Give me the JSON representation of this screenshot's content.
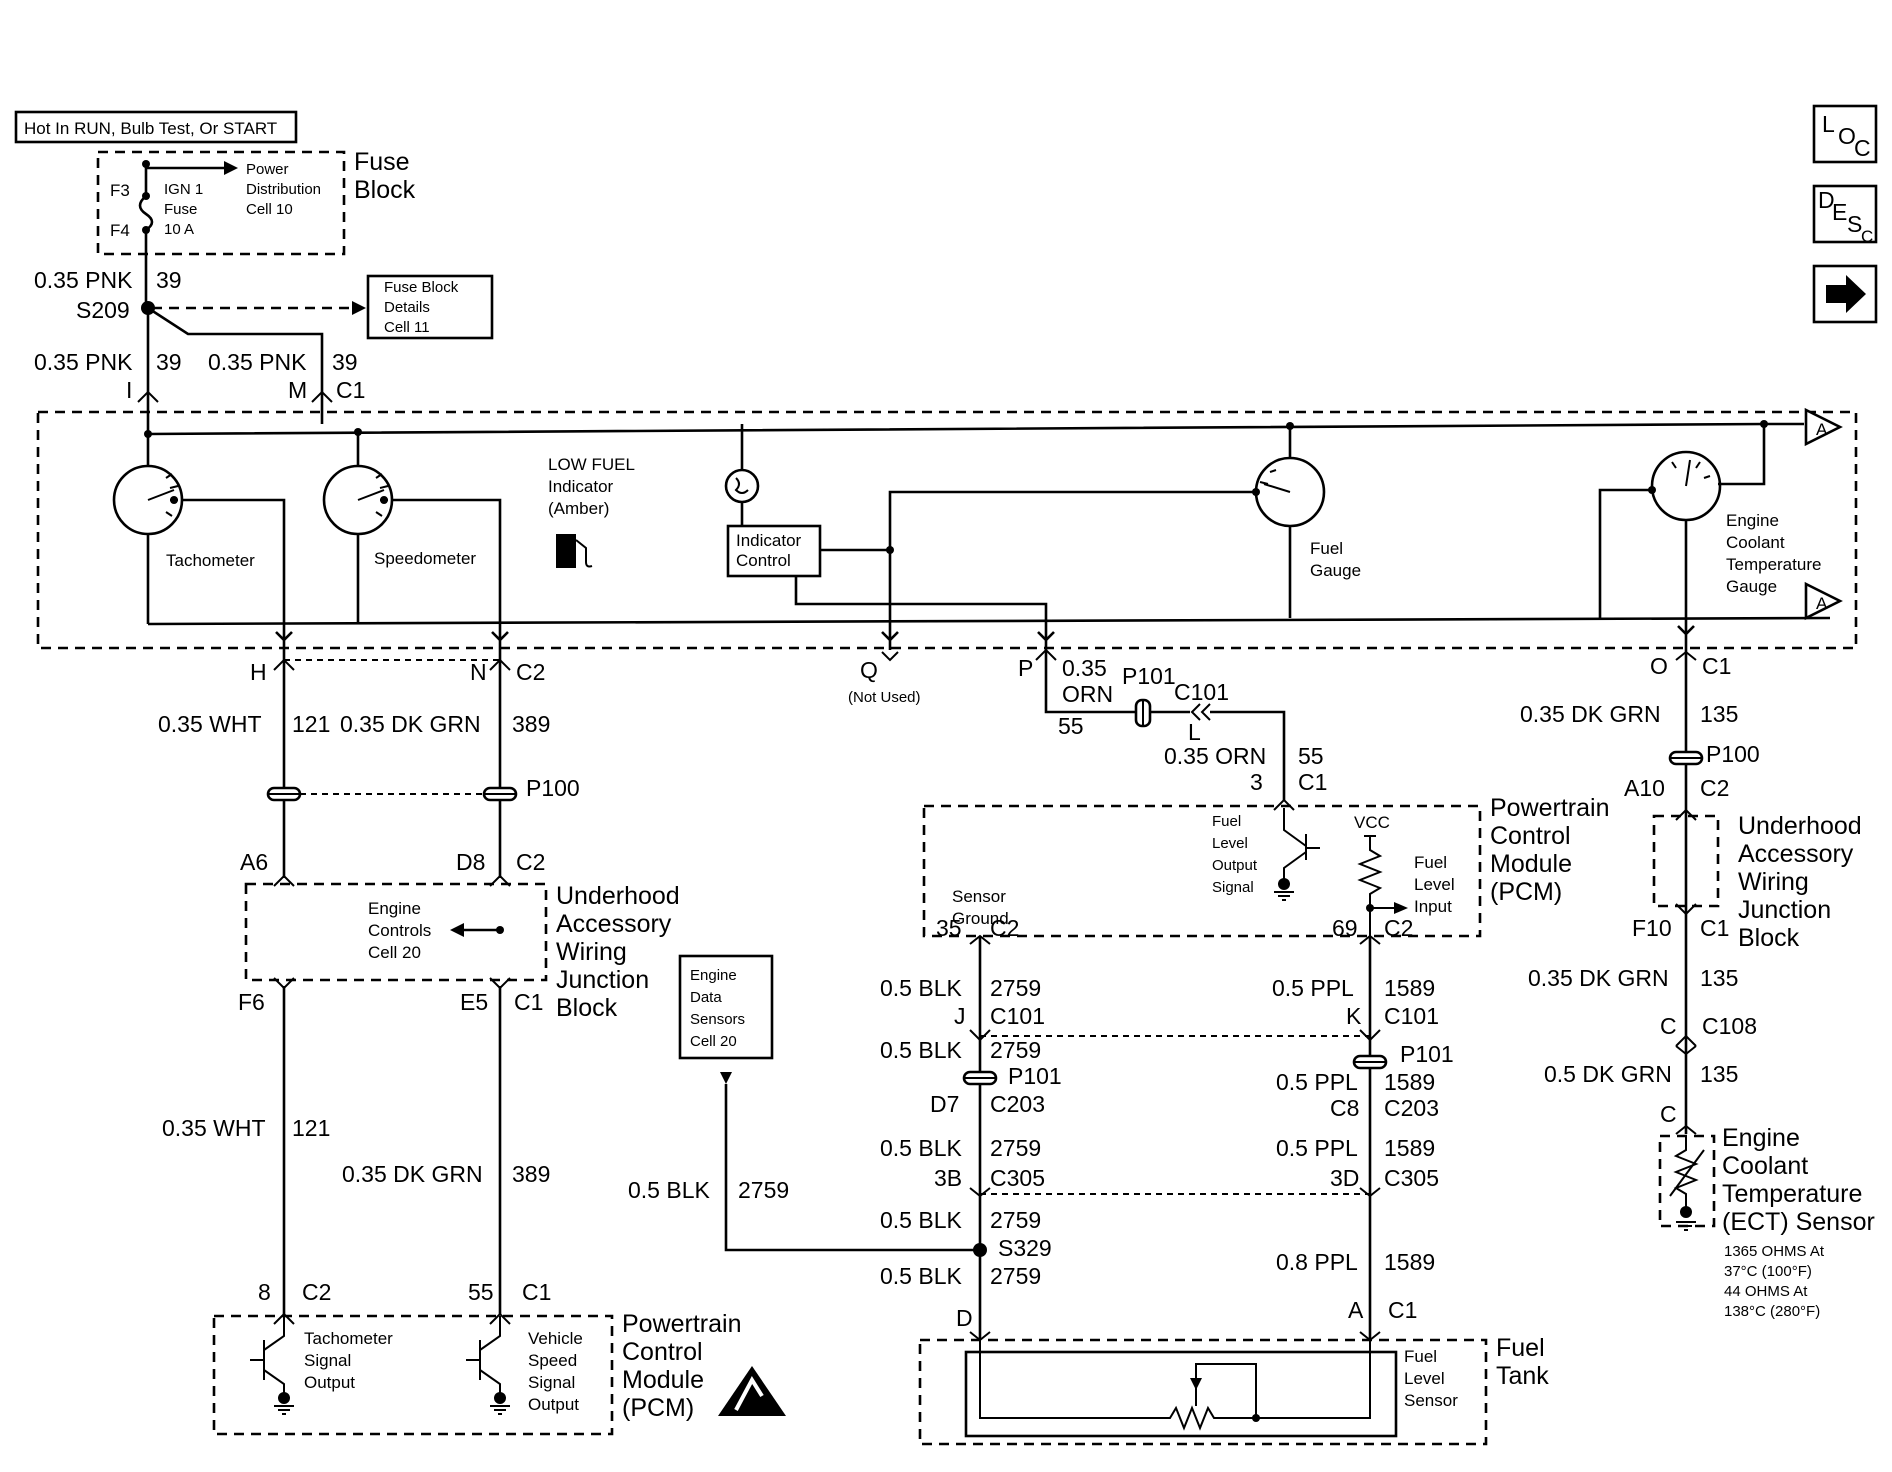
{
  "header": {
    "power_note": "Hot In RUN, Bulb Test, Or START",
    "nav_loc": [
      "L",
      "O",
      "C"
    ],
    "nav_desc": [
      "D",
      "E",
      "S",
      "C"
    ]
  },
  "fuse_block": {
    "title": [
      "Fuse",
      "Block"
    ],
    "fuse_top": "F3",
    "fuse_bottom": "F4",
    "fuse_name": [
      "IGN 1",
      "Fuse",
      "10 A"
    ],
    "power_ref": [
      "Power",
      "Distribution",
      "Cell 10"
    ],
    "details_ref": [
      "Fuse Block",
      "Details",
      "Cell 11"
    ]
  },
  "ipc": {
    "tachometer": "Tachometer",
    "speedometer": "Speedometer",
    "low_fuel": [
      "LOW FUEL",
      "Indicator",
      "(Amber)"
    ],
    "indicator_control": [
      "Indicator",
      "Control"
    ],
    "fuel_gauge": [
      "Fuel",
      "Gauge"
    ],
    "ect_gauge": [
      "Engine",
      "Coolant",
      "Temperature",
      "Gauge"
    ],
    "ref_a": "A"
  },
  "wires": {
    "w039a": "0.35 PNK",
    "c039a": "39",
    "splice": "S209",
    "w039b": "0.35 PNK",
    "c039b": "39",
    "w039c": "0.35 PNK",
    "c039c": "39",
    "pin_i": "I",
    "pin_m": "M",
    "conn_c1_top": "C1",
    "pin_h": "H",
    "pin_n": "N",
    "conn_c2_ipc": "C2",
    "w121a": "0.35 WHT",
    "c121a": "121",
    "w389a": "0.35 DK GRN",
    "c389a": "389",
    "p100_left": "P100",
    "pin_a6": "A6",
    "pin_d8": "D8",
    "conn_c2_uh": "C2",
    "pin_f6": "F6",
    "pin_e5": "E5",
    "conn_c1_uh": "C1",
    "w121b": "0.35 WHT",
    "c121b": "121",
    "w389b": "0.35 DK GRN",
    "c389b": "389",
    "pin_8": "8",
    "conn_c2_pcm": "C2",
    "pin_55": "55",
    "conn_c1_pcm": "C1",
    "pin_q": "Q",
    "not_used": "(Not Used)",
    "pin_p": "P",
    "w055a": "0.35",
    "w055a2": "ORN",
    "c055a": "55",
    "p101_top": "P101",
    "c101_top": "C101",
    "pin_l": "L",
    "w055b": "0.35 ORN",
    "c055b": "55",
    "pin_3": "3",
    "conn_c1_pcm2": "C1",
    "pin_o": "O",
    "conn_c1_ect": "C1",
    "w135a": "0.35 DK GRN",
    "c135a": "135",
    "p100_right": "P100",
    "pin_a10": "A10",
    "conn_c2_ect": "C2",
    "pin_f10": "F10",
    "conn_c1_ect2": "C1",
    "w135b": "0.35 DK GRN",
    "c135b": "135",
    "pin_c": "C",
    "c108": "C108",
    "w135c": "0.5 DK GRN",
    "c135c": "135",
    "pin_c2": "C",
    "pin_35": "35",
    "conn_c2_sg": "C2",
    "w2759a": "0.5 BLK",
    "c2759a": "2759",
    "pin_j": "J",
    "c101_j": "C101",
    "w2759b": "0.5 BLK",
    "c2759b": "2759",
    "p101_j": "P101",
    "pin_d7": "D7",
    "c203_j": "C203",
    "w2759c": "0.5 BLK",
    "c2759c": "2759",
    "pin_3b": "3B",
    "c305_j": "C305",
    "w2759d": "0.5 BLK",
    "c2759d": "2759",
    "splice2": "S329",
    "w2759e": "0.5 BLK",
    "c2759e": "2759",
    "w2759f": "0.5 BLK",
    "c2759f": "2759",
    "pin_d": "D",
    "pin_69": "69",
    "conn_c2_fl": "C2",
    "w1589a": "0.5 PPL",
    "c1589a": "1589",
    "pin_k": "K",
    "c101_k": "C101",
    "p101_k": "P101",
    "w1589b": "0.5 PPL",
    "c1589b": "1589",
    "pin_c8": "C8",
    "c203_k": "C203",
    "w1589c": "0.5 PPL",
    "c1589c": "1589",
    "pin_3d": "3D",
    "c305_k": "C305",
    "w1589d": "0.8 PPL",
    "c1589d": "1589",
    "pin_a": "A",
    "conn_c1_tank": "C1"
  },
  "modules": {
    "uh_block": [
      "Underhood",
      "Accessory",
      "Wiring",
      "Junction",
      "Block"
    ],
    "uh_block_right": [
      "Underhood",
      "Accessory",
      "Wiring",
      "Junction",
      "Block"
    ],
    "engine_controls": [
      "Engine",
      "Controls",
      "Cell 20"
    ],
    "pcm_bottom": [
      "Powertrain",
      "Control",
      "Module",
      "(PCM)"
    ],
    "tach_signal": [
      "Tachometer",
      "Signal",
      "Output"
    ],
    "vss_signal": [
      "Vehicle",
      "Speed",
      "Signal",
      "Output"
    ],
    "pcm_right": [
      "Powertrain",
      "Control",
      "Module",
      "(PCM)"
    ],
    "fuel_output": [
      "Fuel",
      "Level",
      "Output",
      "Signal"
    ],
    "vcc": "VCC",
    "fuel_input": [
      "Fuel",
      "Level",
      "Input"
    ],
    "sensor_ground": [
      "Sensor",
      "Ground"
    ],
    "engine_data": [
      "Engine",
      "Data",
      "Sensors",
      "Cell 20"
    ],
    "fuel_tank": [
      "Fuel",
      "Tank"
    ],
    "fuel_level_sensor": [
      "Fuel",
      "Level",
      "Sensor"
    ],
    "ect_sensor": [
      "Engine",
      "Coolant",
      "Temperature",
      "(ECT) Sensor"
    ],
    "ect_spec": [
      "1365 OHMS At",
      "37°C (100°F)",
      "44 OHMS At",
      "138°C (280°F)"
    ]
  }
}
